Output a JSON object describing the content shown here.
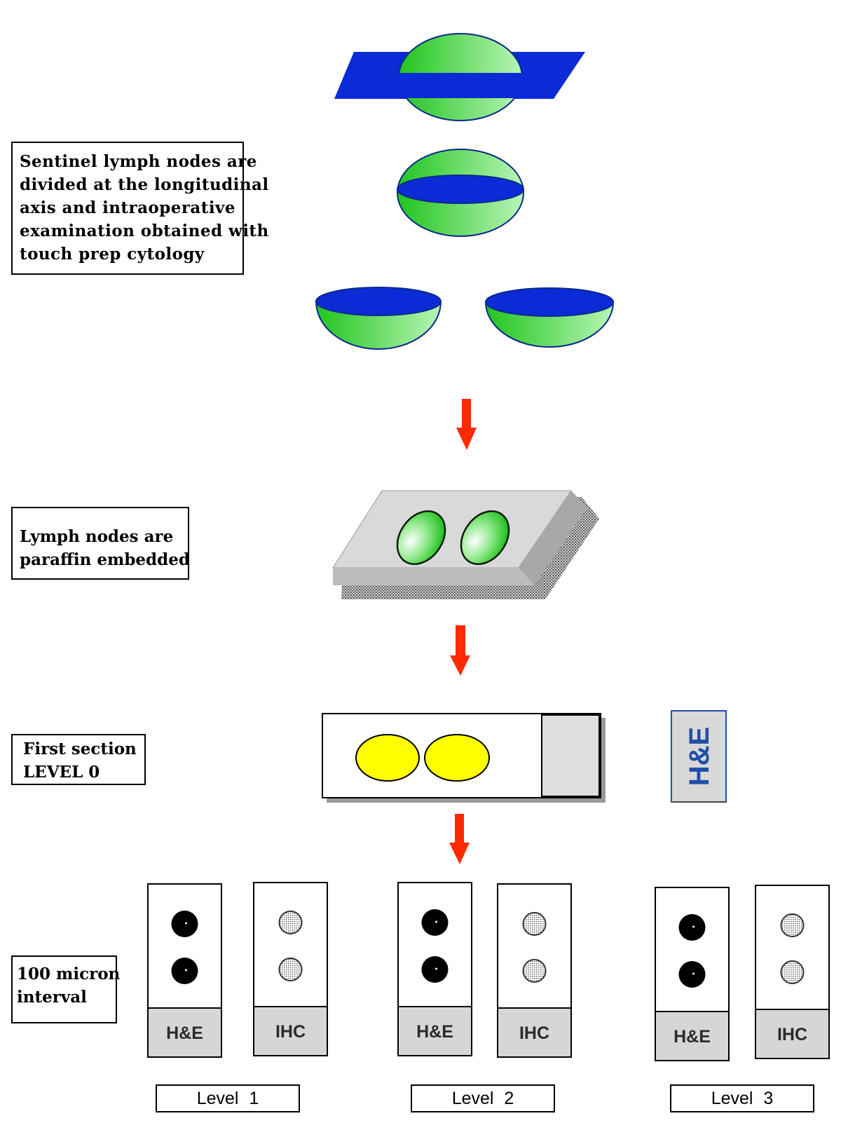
{
  "captions": {
    "step1": [
      "Sentinel lymph nodes are",
      "divided at the longitudinal",
      "axis and intraoperative",
      "examination obtained with",
      "touch prep cytology"
    ],
    "step2": [
      "Lymph nodes are",
      "paraffin embedded"
    ],
    "step3": [
      "First section",
      "LEVEL 0"
    ],
    "step4": [
      "100 micron",
      "interval"
    ]
  },
  "hne_label": "H&E",
  "slides": [
    {
      "stain": "H&E",
      "dots": "dark"
    },
    {
      "stain": "IHC",
      "dots": "light"
    },
    {
      "stain": "H&E",
      "dots": "dark"
    },
    {
      "stain": "IHC",
      "dots": "light"
    },
    {
      "stain": "H&E",
      "dots": "dark"
    },
    {
      "stain": "IHC",
      "dots": "light"
    }
  ],
  "levels": [
    "Level 1",
    "Level 2",
    "Level 3"
  ],
  "colors": {
    "plane_blue": "#0a2bd6",
    "node_green": "#22c41f",
    "node_light": "#b8f5b5",
    "arrow_red": "#ff2a00",
    "tissue_yellow": "#ffff00",
    "label_gray": "#d6d6d6",
    "stamp_blue": "#1f4fa8"
  }
}
